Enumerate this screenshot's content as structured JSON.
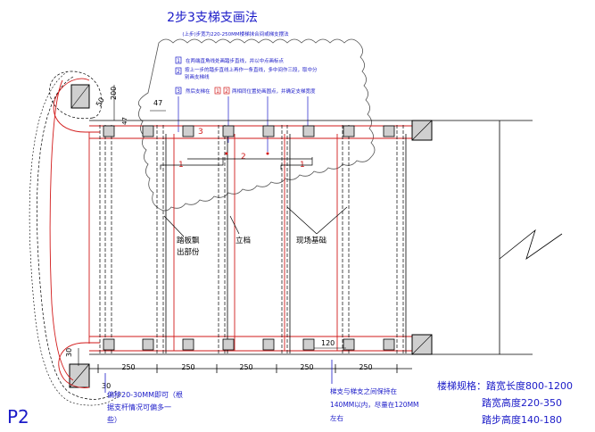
{
  "title": "2步3支梯支画法",
  "subtitle": "(上步)步宽为220-250MM楼梯抹合间或梯支摆法",
  "notes": [
    {
      "num": "1",
      "text": "在两端直角线处画踏步直线，并以中点画标点"
    },
    {
      "num": "2",
      "text": "按上一步的踏步直线上再作一条直线，多中间作三段，取中分别画支梯线"
    },
    {
      "num": "3",
      "text": "然后支梯在",
      "num_a": "1",
      "num_b": "2",
      "text_end": "两相同位置处画圆点，并确定支梯宽度"
    }
  ],
  "dimensions": {
    "d47": "47",
    "d200": "200",
    "d50": "50",
    "d120": "120",
    "d30a": "30",
    "d30b": "30",
    "bottom": [
      "250",
      "250",
      "250",
      "250",
      "250"
    ]
  },
  "markers": {
    "m1a": "1",
    "m2": "2",
    "m1b": "1",
    "m3": "3"
  },
  "callouts": {
    "joint_line1": "踏板飘",
    "joint_line2": "出部份",
    "upright": "立档",
    "foundation": "现场基础"
  },
  "bottom_notes": {
    "left": [
      "偏移20-30MM即可（根",
      "据支杆情况可偏多一",
      "些）"
    ],
    "right": [
      "梯支与梯支之间保持在",
      "140MM以内，尽量在120MM",
      "左右"
    ]
  },
  "spec": [
    "楼梯规格：踏宽长度800-1200",
    "踏宽高度220-350",
    "踏步高度140-180"
  ],
  "page_label": "P2",
  "colors": {
    "blue": "#1a1ac8",
    "red": "#d21a1a",
    "black": "#000000",
    "post_fill": "#cfcfcf"
  }
}
